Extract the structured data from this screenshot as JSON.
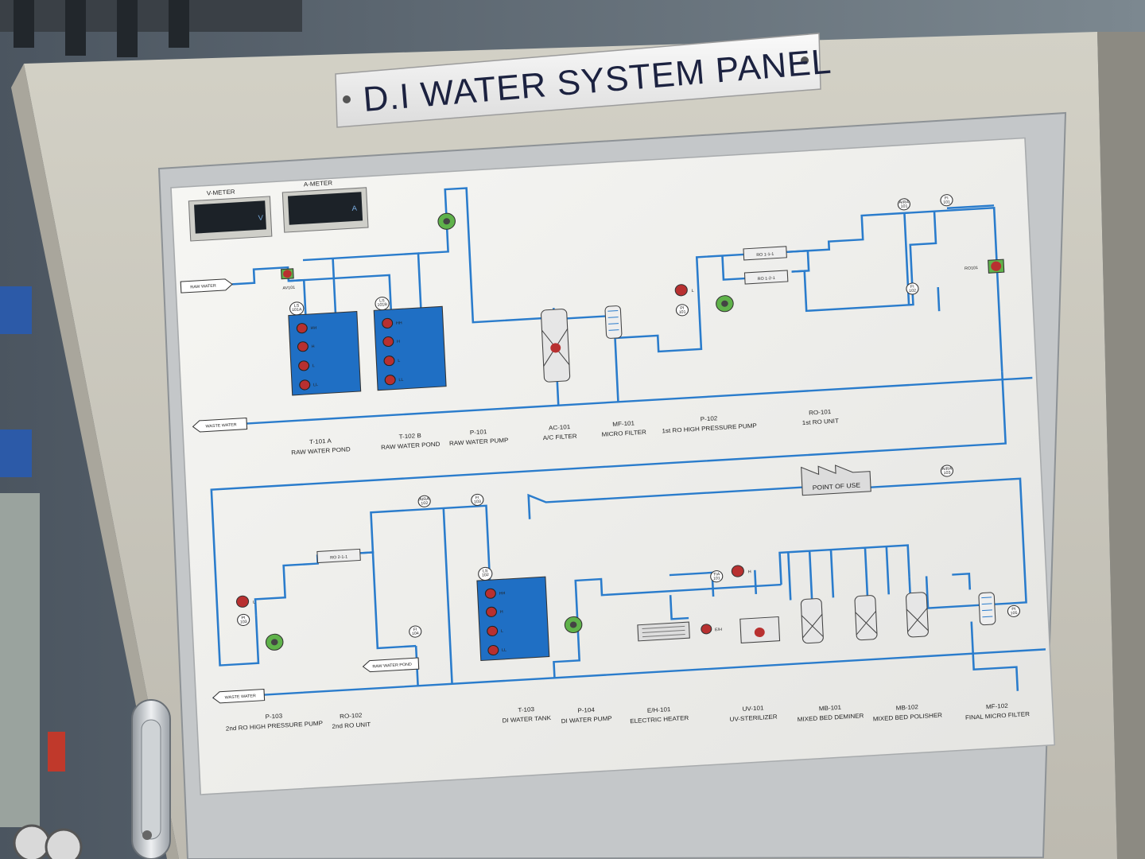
{
  "sign": {
    "title": "D.I WATER SYSTEM PANEL"
  },
  "meters": {
    "v": {
      "label": "V-METER",
      "unit": "V"
    },
    "a": {
      "label": "A-METER",
      "unit": "A"
    }
  },
  "inputs": {
    "raw_water": "RAW WATER",
    "waste_water": "WASTE WATER",
    "raw_water_pond": "RAW WATER POND",
    "point_of_use": "POINT OF USE"
  },
  "valves": {
    "av101": "AV101",
    "ro101": "RO101"
  },
  "tags": {
    "ls101a": "LS\n101A",
    "ls101b": "LS\n101B",
    "ls102": "LS\n102",
    "aira101": "AIRA\n101",
    "fi101": "FI\n101",
    "fi102": "FI\n102",
    "pi101": "PI\n101",
    "pi103": "PI\n103",
    "aira102": "AIRA\n102",
    "fi103": "FI\n103",
    "fi104": "FI\n104",
    "tia101": "TIA\n101",
    "aira103": "AIRA\n103",
    "pi105": "PI\n105"
  },
  "levels": {
    "hh": "HH",
    "h": "H",
    "l": "L",
    "ll": "LL"
  },
  "lamps": {
    "l": "L",
    "h": "H",
    "eh": "E/H"
  },
  "ro_units": {
    "ro111": "RO 1-1-1",
    "ro121": "RO 1-2-1",
    "ro211": "RO 2-1-1"
  },
  "top_captions": [
    {
      "code": "T-101 A",
      "name": "RAW WATER POND"
    },
    {
      "code": "T-102 B",
      "name": "RAW WATER POND"
    },
    {
      "code": "P-101",
      "name": "RAW WATER PUMP"
    },
    {
      "code": "AC-101",
      "name": "A/C FILTER"
    },
    {
      "code": "MF-101",
      "name": "MICRO FILTER"
    },
    {
      "code": "P-102",
      "name": "1st RO HIGH PRESSURE PUMP"
    },
    {
      "code": "RO-101",
      "name": "1st RO UNIT"
    }
  ],
  "bottom_captions": [
    {
      "code": "P-103",
      "name": "2nd RO HIGH PRESSURE PUMP"
    },
    {
      "code": "RO-102",
      "name": "2nd RO UNIT"
    },
    {
      "code": "T-103",
      "name": "DI WATER TANK"
    },
    {
      "code": "P-104",
      "name": "DI WATER PUMP"
    },
    {
      "code": "E/H-101",
      "name": "ELECTRIC HEATER"
    },
    {
      "code": "UV-101",
      "name": "UV-STERILIZER"
    },
    {
      "code": "MB-101",
      "name": "MIXED BED DEMINER"
    },
    {
      "code": "MB-102",
      "name": "MIXED BED POLISHER"
    },
    {
      "code": "MF-102",
      "name": "FINAL MICRO FILTER"
    }
  ],
  "colors": {
    "pipe": "#2a7ccc",
    "tank": "#1f6fc4",
    "pump": "#5fb24a",
    "lamp": "#b83030",
    "sign_text": "#1c2240"
  }
}
